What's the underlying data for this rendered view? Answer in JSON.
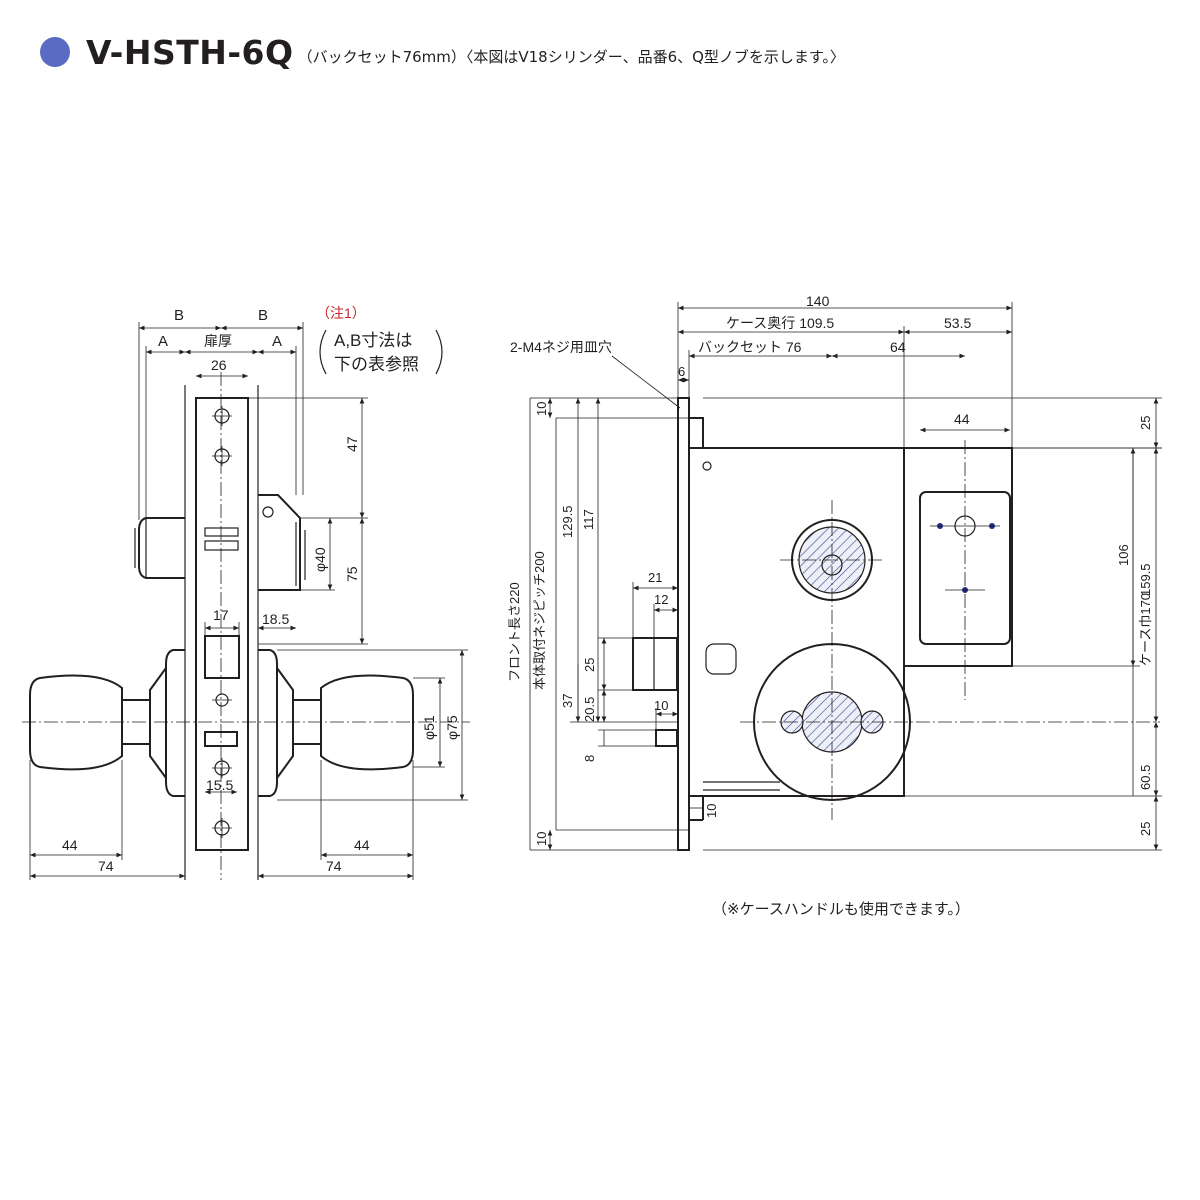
{
  "header": {
    "model": "V-HSTH-6Q",
    "subtitle": "（バックセット76mm）〈本図はV18シリンダー、品番6、Q型ノブを示します。〉",
    "dot_color": "#5a6bc3"
  },
  "footer": {
    "note": "（※ケースハンドルも使用できます。）"
  },
  "side_view": {
    "labels": {
      "b_left": "B",
      "b_right": "B",
      "a_left": "A",
      "a_right": "A",
      "door_thickness": "扉厚",
      "d26": "26",
      "d47": "47",
      "d75": "75",
      "phi40": "φ40",
      "d17": "17",
      "d18_5": "18.5",
      "phi51": "φ51",
      "phi75": "φ75",
      "d15_5": "15.5",
      "d44_left": "44",
      "d74_left": "74",
      "d44_right": "44",
      "d74_right": "74"
    },
    "note": {
      "mark": "（注1）",
      "line1": "A,B寸法は",
      "line2": "下の表参照"
    }
  },
  "front_view": {
    "labels": {
      "d140": "140",
      "depth": "ケース奥行 109.5",
      "d53_5": "53.5",
      "backset": "バックセット 76",
      "d64": "64",
      "screw": "2-M4ネジ用皿穴",
      "d6": "6",
      "d44": "44",
      "d10_top": "10",
      "d129_5": "129.5",
      "d117": "117",
      "front_len": "フロント長さ220",
      "pitch": "本体取付ネジピッチ200",
      "d21": "21",
      "d12": "12",
      "d25_mid": "25",
      "d37": "37",
      "d20_5": "20.5",
      "d10_mid": "10",
      "d8": "8",
      "d10_low": "10",
      "d10_bottom": "10",
      "d25_top": "25",
      "d106": "106",
      "d159_5": "159.5",
      "case_width": "ケース巾170",
      "d60_5": "60.5",
      "d25_bottom": "25"
    }
  },
  "colors": {
    "accent_blue": "#1f2b86",
    "note_red": "#c8262c"
  }
}
